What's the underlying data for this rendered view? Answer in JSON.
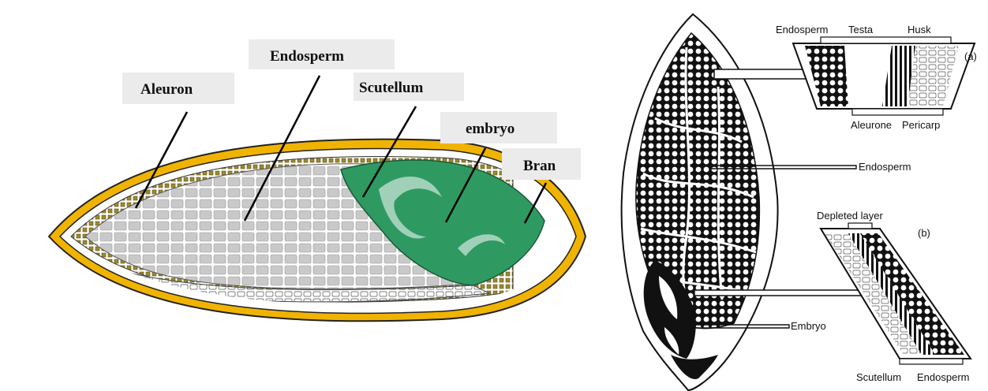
{
  "left_figure": {
    "labels": {
      "aleuron": "Aleuron",
      "endosperm": "Endosperm",
      "scutellum": "Scutellum",
      "embryo": "embryo",
      "bran": "Bran"
    },
    "colors": {
      "bran": "#f0b400",
      "aleuron": "#8a7a2a",
      "endosperm": "#c8c8c8",
      "embryo": "#2e9a62",
      "label_box": "#ebebeb"
    }
  },
  "right_figure": {
    "labels": {
      "endosperm_a": "Endosperm",
      "testa": "Testa",
      "husk": "Husk",
      "panel_a": "(a)",
      "aleurone": "Aleurone",
      "pericarp": "Pericarp",
      "endosperm_mid": "Endosperm",
      "depleted_layer": "Depleted layer",
      "panel_b": "(b)",
      "embryo": "Embryo",
      "scutellum": "Scutellum",
      "endosperm_b": "Endosperm"
    }
  }
}
